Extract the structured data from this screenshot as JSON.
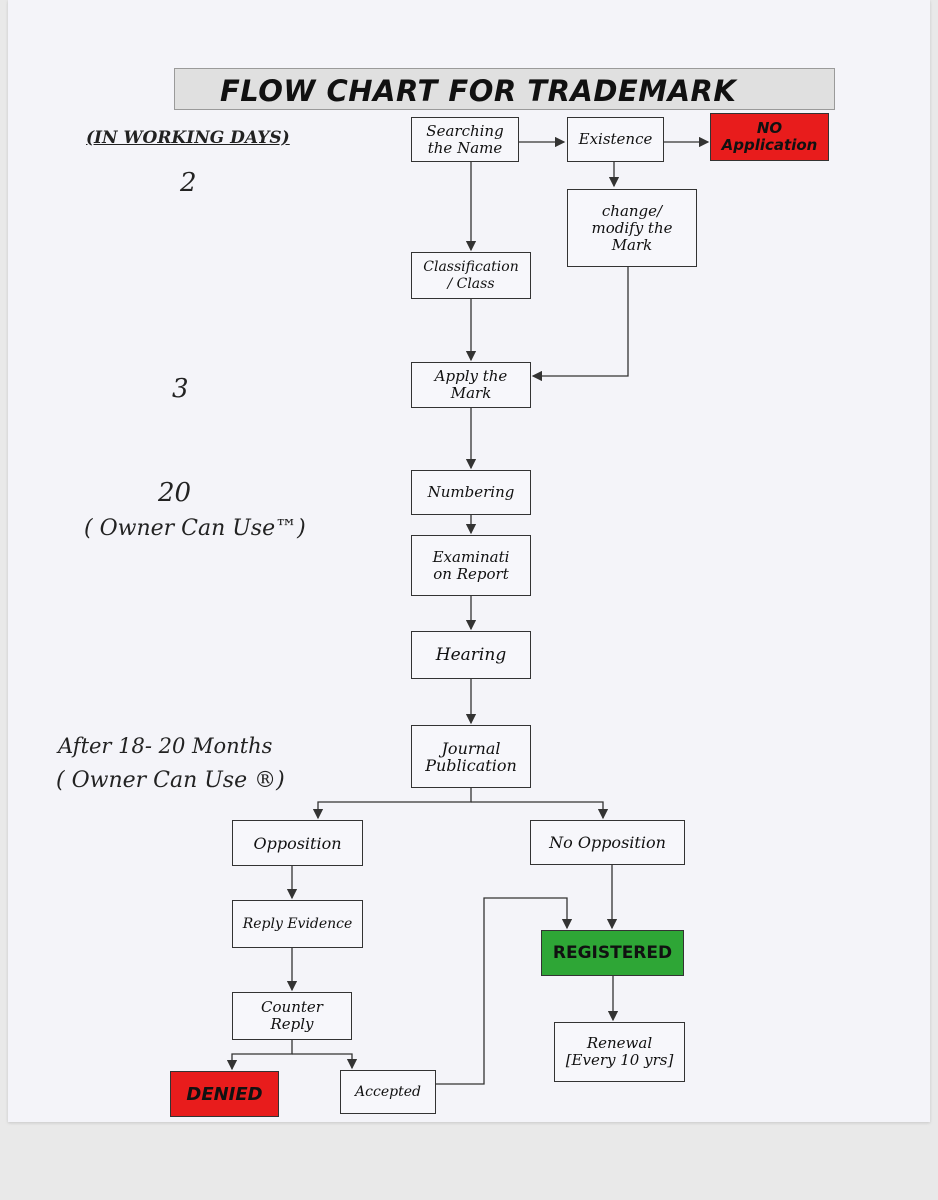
{
  "title": "FLOW CHART FOR TRADEMARK",
  "notes": {
    "working_days": "(IN WORKING DAYS)",
    "days_1": "2",
    "days_2": "3",
    "days_3": "20",
    "owner_tm": "( Owner Can Use™)",
    "after_months": "After 18- 20 Months",
    "owner_r": "( Owner Can Use ®)"
  },
  "nodes": {
    "searching": "Searching\nthe Name",
    "existence": "Existence",
    "no_application": "NO\nApplication",
    "change_modify": "change/\nmodify the\nMark",
    "classification": "Classification\n/ Class",
    "apply_mark": "Apply the\nMark",
    "numbering": "Numbering",
    "examination": "Examinati\non Report",
    "hearing": "Hearing",
    "journal": "Journal\nPublication",
    "opposition": "Opposition",
    "no_opposition": "No Opposition",
    "reply_evidence": "Reply Evidence",
    "registered": "REGISTERED",
    "counter_reply": "Counter\nReply",
    "renewal": "Renewal\n[Every 10 yrs]",
    "denied": "DENIED",
    "accepted": "Accepted"
  },
  "colors": {
    "negative": "#e81c1c",
    "positive": "#2ea636"
  }
}
